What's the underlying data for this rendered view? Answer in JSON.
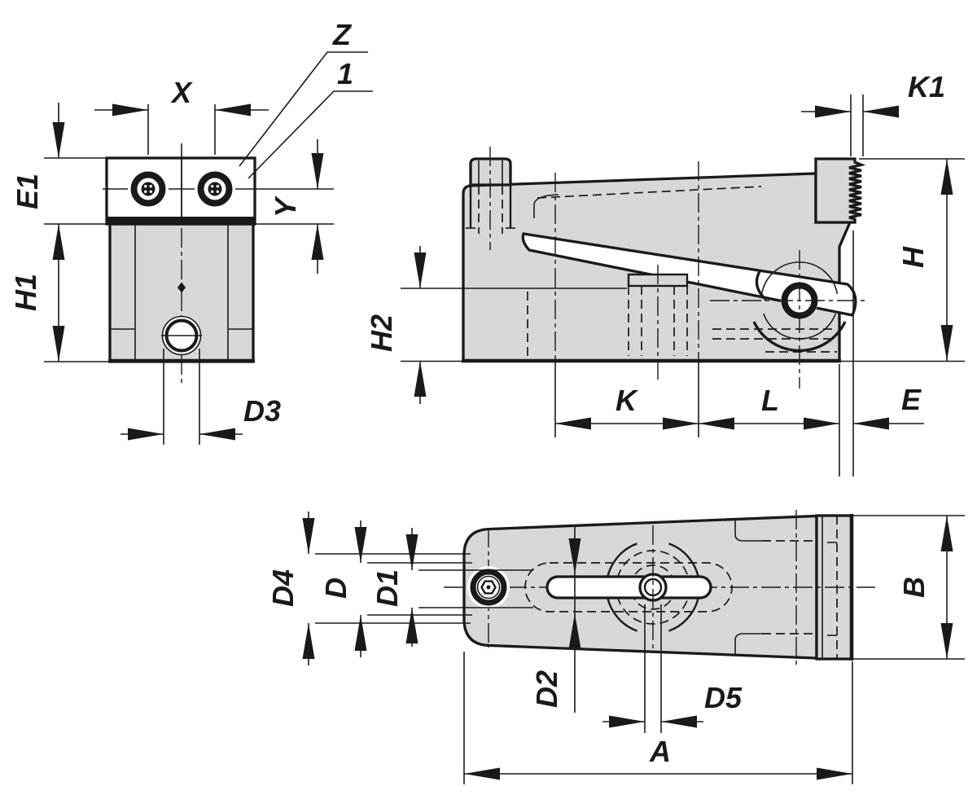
{
  "drawing_type": "technical-drawing",
  "colors": {
    "line": "#1a1a1a",
    "part_fill": "#d5d7d8",
    "background": "#ffffff"
  },
  "views": {
    "front": {
      "dims": {
        "x": "X",
        "e1": "E1",
        "h1": "H1",
        "y": "Y",
        "d3": "D3"
      },
      "callouts": {
        "z": "Z",
        "item1": "1"
      }
    },
    "side": {
      "dims": {
        "k1": "K1",
        "h": "H",
        "h2": "H2",
        "k": "K",
        "l": "L",
        "e": "E"
      }
    },
    "bottom": {
      "dims": {
        "d4": "D4",
        "d": "D",
        "d1": "D1",
        "d2": "D2",
        "d5": "D5",
        "b": "B",
        "a": "A"
      }
    }
  }
}
